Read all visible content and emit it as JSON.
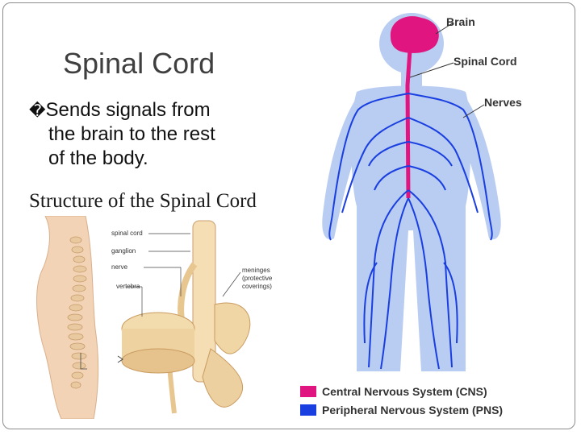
{
  "slide": {
    "title": "Spinal Cord",
    "bullet_mark": "�",
    "bullet_line1": "Sends signals from",
    "bullet_line2": "the brain to the rest",
    "bullet_line3": "of the body."
  },
  "spine_figure": {
    "title": "Structure of the Spinal Cord",
    "labels": {
      "spinal_cord": "spinal cord",
      "ganglion": "ganglion",
      "nerve": "nerve",
      "vertebra": "vertebra",
      "meninges_1": "meninges",
      "meninges_2": "(protective",
      "meninges_3": "coverings)"
    }
  },
  "nervous_figure": {
    "labels": {
      "brain": "Brain",
      "spinal_cord": "Spinal Cord",
      "nerves": "Nerves"
    },
    "colors": {
      "cns": "#e0157f",
      "pns": "#1a3fe0",
      "body": "#b9ccf2"
    }
  },
  "legend": {
    "cns": "Central Nervous System (CNS)",
    "pns": "Peripheral Nervous System (PNS)"
  }
}
